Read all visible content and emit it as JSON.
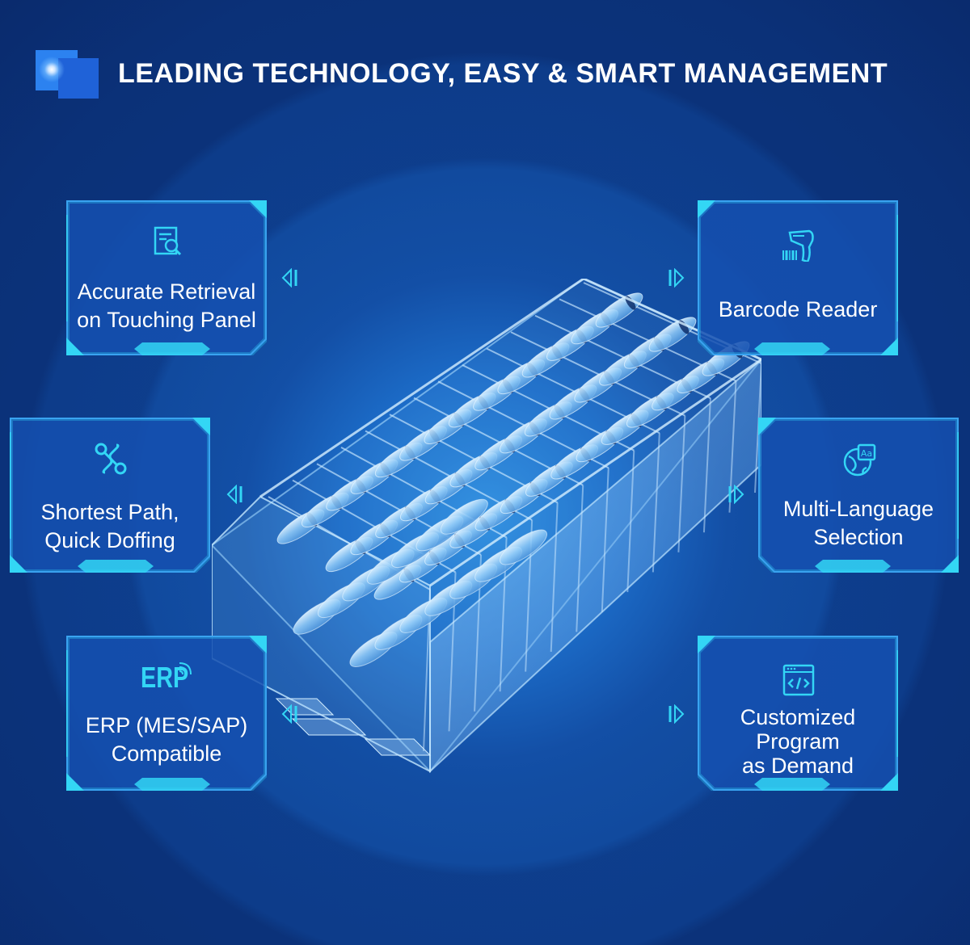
{
  "header": {
    "title": "LEADING TECHNOLOGY, EASY & SMART MANAGEMENT",
    "logo_icon": "brand-logo-icon"
  },
  "colors": {
    "background": "#0a2a6e",
    "card_fill": "#1550b0",
    "accent": "#33d6f5",
    "text": "#ffffff"
  },
  "features": [
    {
      "id": "accurate-retrieval",
      "label_lines": [
        "Accurate Retrieval",
        "on Touching Panel"
      ],
      "icon": "search-document-icon"
    },
    {
      "id": "barcode-reader",
      "label_lines": [
        "Barcode Reader"
      ],
      "icon": "barcode-scanner-icon"
    },
    {
      "id": "shortest-path",
      "label_lines": [
        "Shortest Path,",
        "Quick Doffing"
      ],
      "icon": "path-route-icon"
    },
    {
      "id": "multi-language",
      "label_lines": [
        "Multi-Language",
        "Selection"
      ],
      "icon": "language-globe-icon"
    },
    {
      "id": "erp-compatible",
      "label_lines": [
        "ERP (MES/SAP)",
        "Compatible"
      ],
      "icon": "erp-icon",
      "icon_text": "ERP"
    },
    {
      "id": "customized-program",
      "label_lines": [
        "Customized",
        "Program",
        "as Demand"
      ],
      "icon": "code-window-icon"
    }
  ]
}
